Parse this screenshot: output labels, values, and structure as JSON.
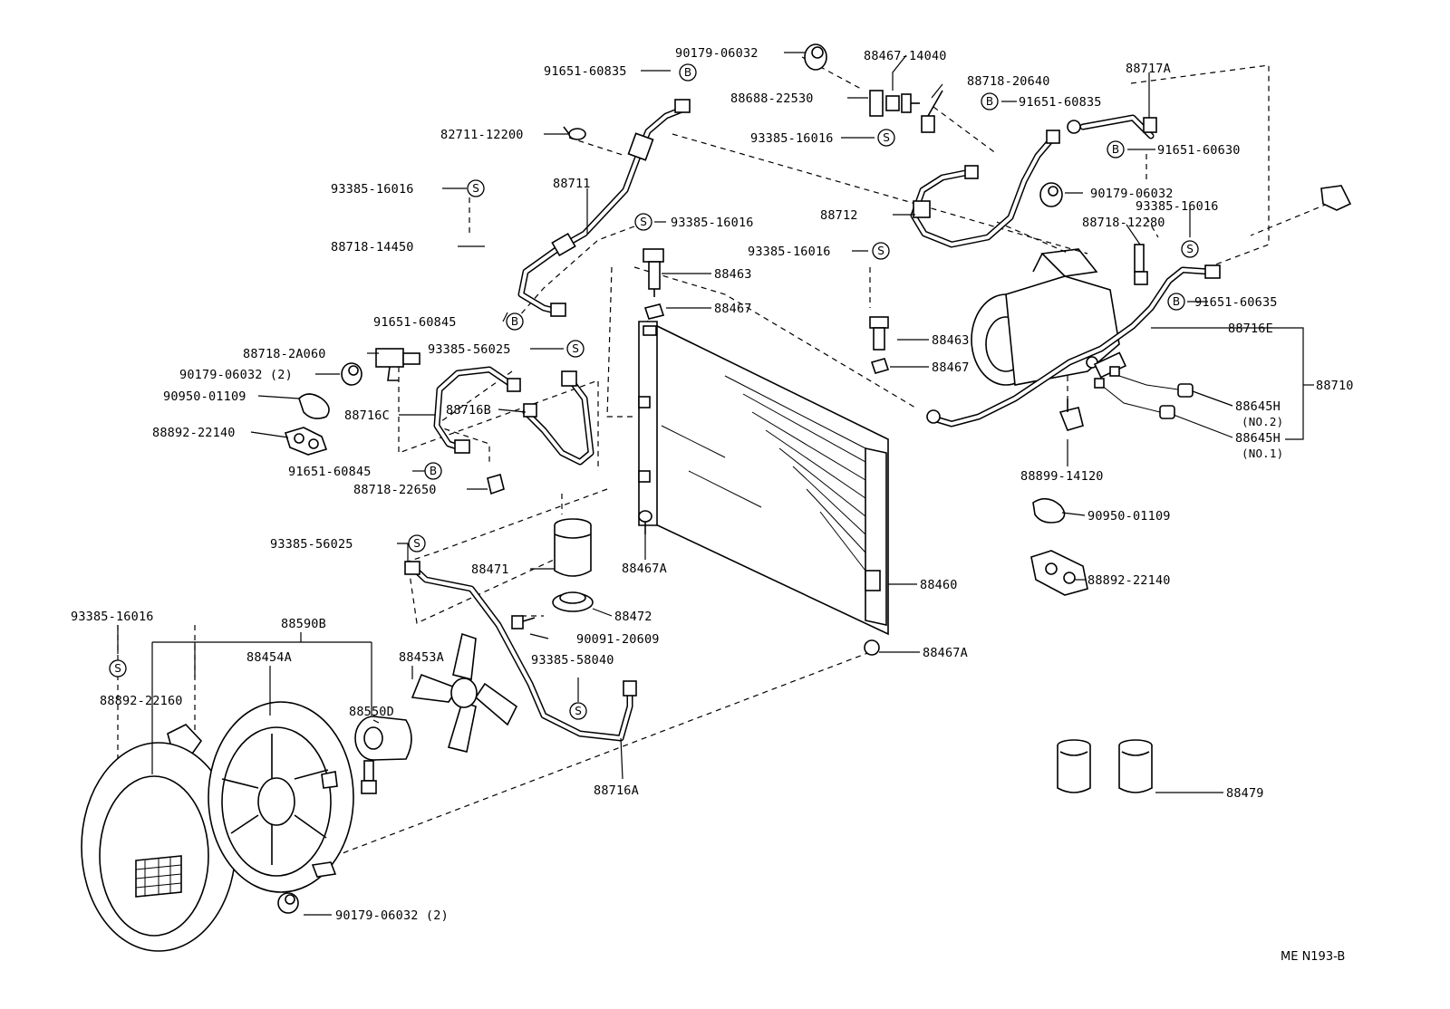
{
  "diagram_code": "ME N193-B",
  "markers": {
    "bolt": "B",
    "seal": "S"
  },
  "labels": {
    "p90179_06032_top": "90179-06032",
    "p88467_14040": "88467-14040",
    "p91651_60835_top": "91651-60835",
    "p88718_20640": "88718-20640",
    "p88717A": "88717A",
    "p88688_22530": "88688-22530",
    "p91651_60835_right": "91651-60835",
    "p82711_12200": "82711-12200",
    "p93385_16016_a": "93385-16016",
    "p91651_60630": "91651-60630",
    "p93385_16016_b": "93385-16016",
    "p88711": "88711",
    "p90179_06032_mid": "90179-06032",
    "p93385_16016_c": "93385-16016",
    "p88712": "88712",
    "p93385_16016_d": "93385-16016",
    "p88718_12280": "88718-12280",
    "p88718_14450": "88718-14450",
    "p93385_16016_e": "93385-16016",
    "p88463_a": "88463",
    "p91651_60635": "91651-60635",
    "p88467_a": "88467",
    "p91651_60845_a": "91651-60845",
    "p88463_b": "88463",
    "p88716E": "88716E",
    "p88718_2A060": "88718-2A060",
    "p93385_56025_a": "93385-56025",
    "p90179_06032_2a": "90179-06032 (2)",
    "p88467_b": "88467",
    "p88710": "88710",
    "p90950_01109_a": "90950-01109",
    "p88716C": "88716C",
    "p88716B": "88716B",
    "p88645H_no2": "88645H",
    "p88645H_no2_sub": "(NO.2)",
    "p88892_22140_a": "88892-22140",
    "p88645H_no1": "88645H",
    "p88645H_no1_sub": "(NO.1)",
    "p91651_60845_b": "91651-60845",
    "p88899_14120": "88899-14120",
    "p88718_22650": "88718-22650",
    "p90950_01109_b": "90950-01109",
    "p93385_56025_b": "93385-56025",
    "p88467A_a": "88467A",
    "p88471": "88471",
    "p88892_22140_b": "88892-22140",
    "p88460": "88460",
    "p93385_16016_f": "93385-16016",
    "p88590B": "88590B",
    "p88472": "88472",
    "p88454A": "88454A",
    "p88453A": "88453A",
    "p90091_20609": "90091-20609",
    "p88467A_b": "88467A",
    "p93385_58040": "93385-58040",
    "p88892_22160": "88892-22160",
    "p88550D": "88550D",
    "p88716A": "88716A",
    "p88479": "88479",
    "p90179_06032_2b": "90179-06032 (2)"
  }
}
